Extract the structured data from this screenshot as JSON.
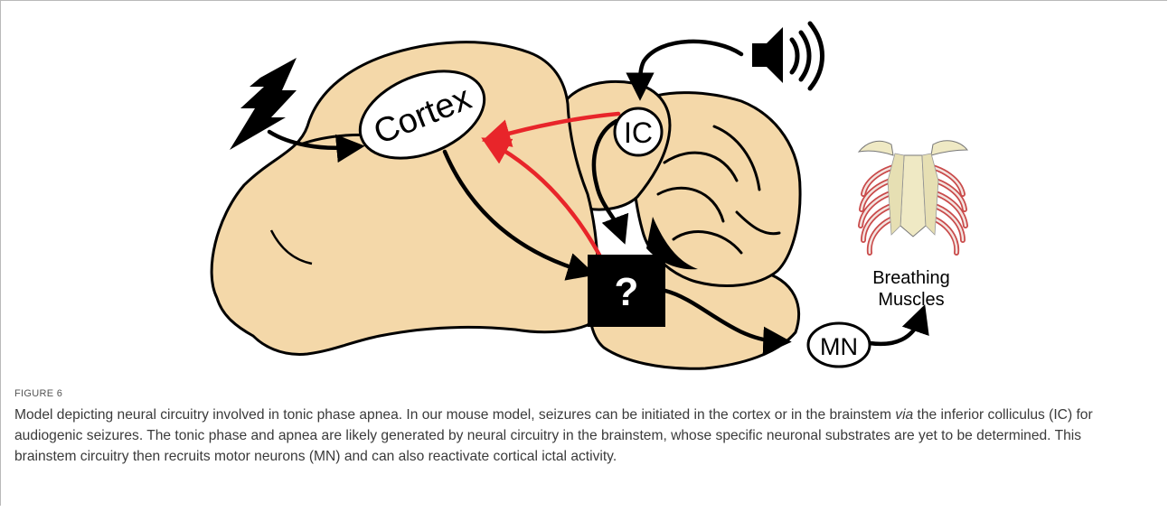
{
  "figure": {
    "labels": {
      "cortex": "Cortex",
      "ic": "IC",
      "unknown": "?",
      "mn": "MN",
      "target_line1": "Breathing",
      "target_line2": "Muscles"
    },
    "colors": {
      "brain_fill": "#f4d8a9",
      "outline": "#000000",
      "red_pathway": "#e8252a",
      "ribcage_bone": "#efe9c4",
      "ribcage_muscle": "#c94a4a"
    },
    "icons": [
      "lightning-icon",
      "speaker-icon",
      "ribcage-icon"
    ]
  },
  "caption": {
    "figure_label": "FIGURE 6",
    "text_part1": "Model depicting neural circuitry involved in tonic phase apnea. In our mouse model, seizures can be initiated in the cortex or in the brainstem ",
    "text_italic": "via",
    "text_part2": " the inferior colliculus (IC) for audiogenic seizures. The tonic phase and apnea are likely generated by neural circuitry in the brainstem, whose specific neuronal substrates are yet to be determined. This brainstem circuitry then recruits motor neurons (MN) and can also reactivate cortical ictal activity."
  }
}
